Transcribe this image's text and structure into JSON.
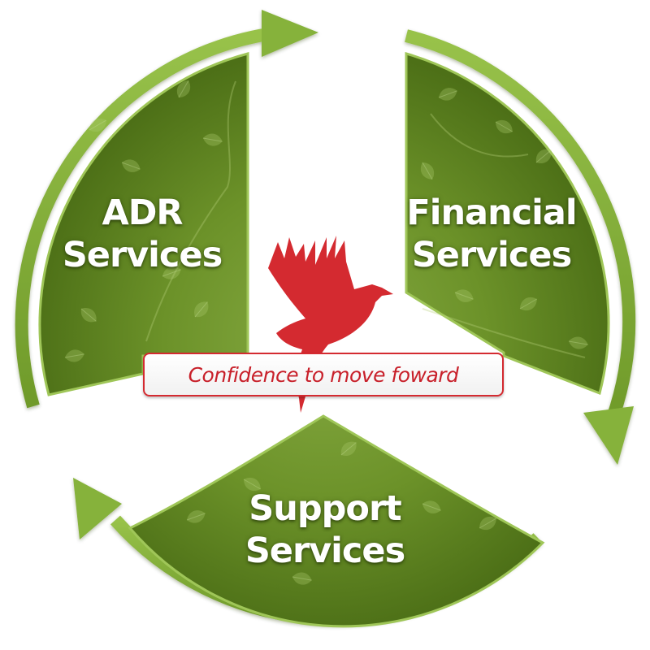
{
  "segments": {
    "adr": {
      "line1": "ADR",
      "line2": "Services"
    },
    "financial": {
      "line1": "Financial",
      "line2": "Services"
    },
    "support": {
      "line1": "Support",
      "line2": "Services"
    }
  },
  "tagline": "Confidence to move foward",
  "icons": [
    "bird-icon",
    "leaf-pattern-icon",
    "cycle-arrow-icon"
  ],
  "colors": {
    "ring_green": "#7ea834",
    "segment_green_dark": "#4f7418",
    "segment_green_light": "#7ea43a",
    "bird_red": "#d42a30",
    "tagline_red": "#c8202a"
  }
}
